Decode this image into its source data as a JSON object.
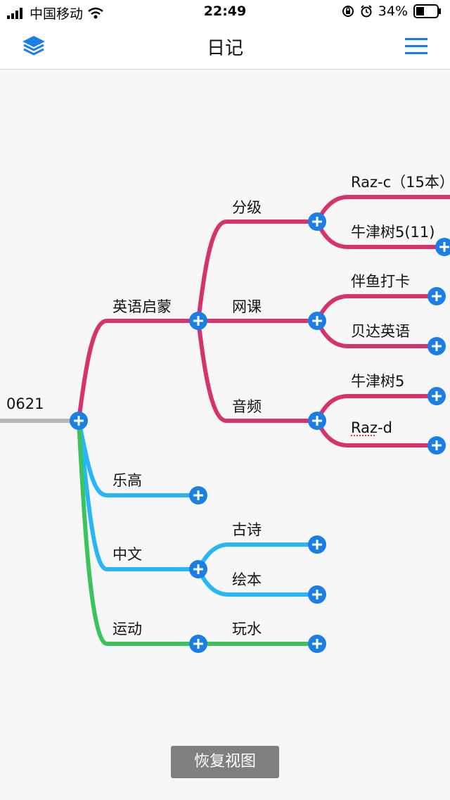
{
  "status_bar": {
    "carrier": "中国移动",
    "time": "22:49",
    "battery": "34%"
  },
  "nav": {
    "title": "日记",
    "accent_color": "#1a7ee6"
  },
  "mindmap": {
    "root": "0621",
    "branches": [
      {
        "label": "英语启蒙",
        "color": "#d6336c",
        "children": [
          {
            "label": "分级",
            "children": [
              "Raz-c（15本）",
              "牛津树5(11)"
            ]
          },
          {
            "label": "网课",
            "children": [
              "伴鱼打卡",
              "贝达英语"
            ]
          },
          {
            "label": "音频",
            "children": [
              "牛津树5",
              "Raz-d"
            ]
          }
        ]
      },
      {
        "label": "乐高",
        "color": "#29b6f6",
        "children": []
      },
      {
        "label": "中文",
        "color": "#29b6f6",
        "children": [
          {
            "label": "古诗",
            "children": []
          },
          {
            "label": "绘本",
            "children": []
          }
        ]
      },
      {
        "label": "运动",
        "color": "#3cc35c",
        "children": [
          {
            "label": "玩水",
            "children": []
          }
        ]
      }
    ]
  },
  "restore_button_label": "恢复视图"
}
